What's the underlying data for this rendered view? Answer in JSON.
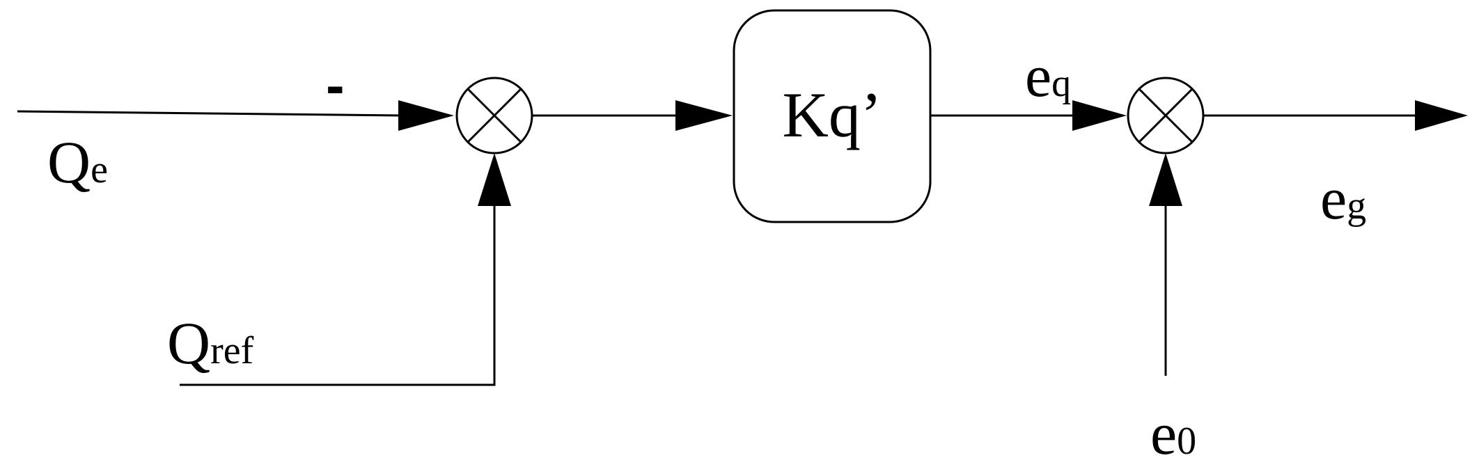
{
  "labels": {
    "qe_main": "Q",
    "qe_sub": "e",
    "qref_main": "Q",
    "qref_sub": "ref",
    "minus_sign": "-",
    "gain_block": "Kq’",
    "eq_main": "e",
    "eq_sub": "q",
    "eg_main": "e",
    "eg_sub": "g",
    "e0_main": "e",
    "e0_sub": "0"
  },
  "colors": {
    "line": "#000000",
    "background": "#ffffff"
  },
  "icons": {
    "summing_junction": "circle-cross-icon"
  }
}
